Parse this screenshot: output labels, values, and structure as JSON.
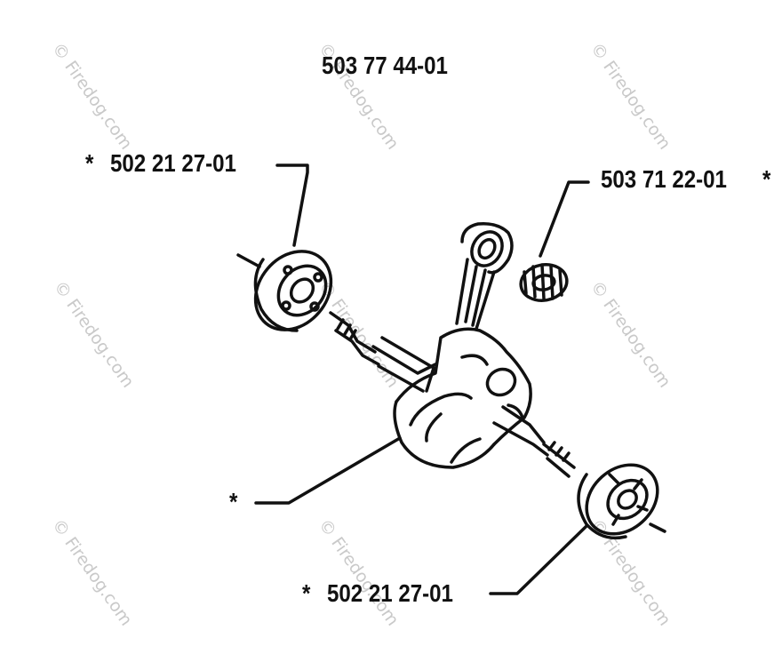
{
  "labels": {
    "assembly": "503 77 44-01",
    "bearing_top": "502 21 27-01",
    "bearing_top_star": "*",
    "needle_bearing": "503 71 22-01",
    "needle_bearing_star": "*",
    "crankshaft_star": "*",
    "bearing_bottom": "502 21 27-01",
    "bearing_bottom_star": "*"
  },
  "watermark": {
    "text": "© Firedog.com"
  },
  "colors": {
    "ink": "#111111",
    "watermark": "#c9c9c9",
    "background": "#ffffff"
  }
}
